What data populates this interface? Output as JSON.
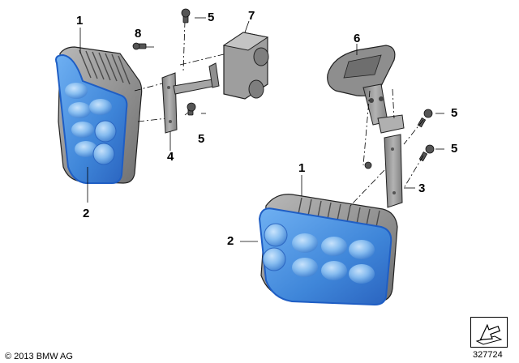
{
  "callouts": {
    "c1_left": "1",
    "c2_left": "2",
    "c4": "4",
    "c5_top": "5",
    "c5_mid": "5",
    "c7": "7",
    "c8": "8",
    "c6": "6",
    "c5_right_a": "5",
    "c5_right_b": "5",
    "c3": "3",
    "c1_right": "1",
    "c2_right": "2"
  },
  "footer": {
    "copyright": "© 2013 BMW AG",
    "diagram_number": "327724"
  },
  "colors": {
    "lens_blue": "#3f86d9",
    "lens_edge": "#1f5ec4",
    "housing_gray": "#8a8a8a",
    "bracket_gray": "#9b9b9b"
  },
  "icons": {
    "nav": "folder-arrow-icon"
  }
}
